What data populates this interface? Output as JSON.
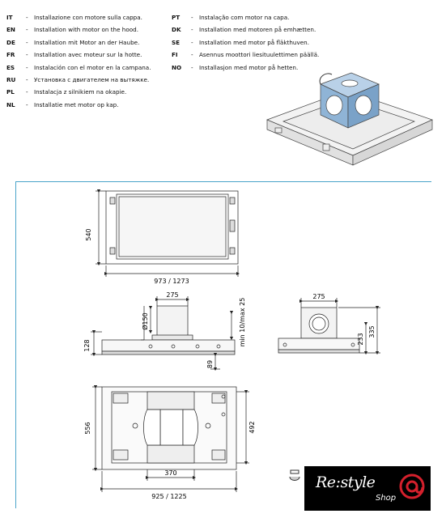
{
  "languages_left": [
    {
      "code": "IT",
      "text": "Installazione con motore sulla cappa."
    },
    {
      "code": "EN",
      "text": "Installation with motor on the hood."
    },
    {
      "code": "DE",
      "text": "Installation mit Motor an der Haube."
    },
    {
      "code": "FR",
      "text": "Installation avec moteur sur la hotte."
    },
    {
      "code": "ES",
      "text": "Instalación con el motor en la campana."
    },
    {
      "code": "RU",
      "text": "Установка с двигателем на вытяжке."
    },
    {
      "code": "PL",
      "text": "Instalacja z silnikiem na okapie."
    },
    {
      "code": "NL",
      "text": "Installatie met motor op kap."
    }
  ],
  "languages_right": [
    {
      "code": "PT",
      "text": "Instalação com motor na capa."
    },
    {
      "code": "DK",
      "text": "Installation med motoren på emhætten."
    },
    {
      "code": "SE",
      "text": "Installation med motor på fläkthuven."
    },
    {
      "code": "FI",
      "text": "Asennus moottori liesituulettimen päällä."
    },
    {
      "code": "NO",
      "text": "Installasjon med motor på hetten."
    }
  ],
  "dimensions": {
    "top_height": "540",
    "top_width": "973 / 1273",
    "motor_width_front": "275",
    "duct_diameter": "Ø150",
    "front_height": "128",
    "front_gap": "89",
    "min_max_label": "min 10/max 25",
    "motor_width_side": "275",
    "side_inner_height": "233",
    "side_total_height": "335",
    "bottom_height_outer": "556",
    "bottom_height_inner": "492",
    "bottom_inner_width": "370",
    "bottom_width": "925 / 1225"
  },
  "logo": {
    "main": "Re:style",
    "sub": "Shop"
  },
  "colors": {
    "frame": "#4aa3c9",
    "motor_blue": "#8fb4d6",
    "logo_accent": "#d4202c"
  }
}
